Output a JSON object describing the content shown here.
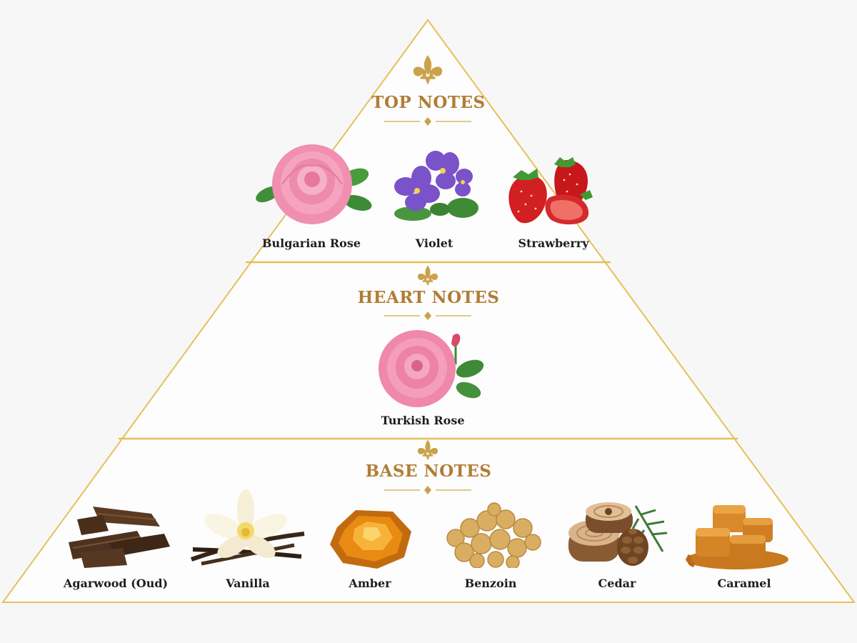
{
  "colors": {
    "gold": "#e3c15a",
    "title": "#b07d36",
    "ornament": "#c9a24a",
    "label": "#1e1e1e",
    "background": "#f7f7f7"
  },
  "tiers": {
    "top": {
      "title": "TOP NOTES",
      "notes": [
        {
          "label": "Bulgarian Rose",
          "icon": "rose-icon"
        },
        {
          "label": "Violet",
          "icon": "violet-icon"
        },
        {
          "label": "Strawberry",
          "icon": "strawberry-icon"
        }
      ]
    },
    "heart": {
      "title": "HEART NOTES",
      "notes": [
        {
          "label": "Turkish Rose",
          "icon": "rose-icon"
        }
      ]
    },
    "base": {
      "title": "BASE NOTES",
      "notes": [
        {
          "label": "Agarwood (Oud)",
          "icon": "agarwood-icon"
        },
        {
          "label": "Vanilla",
          "icon": "vanilla-icon"
        },
        {
          "label": "Amber",
          "icon": "amber-icon"
        },
        {
          "label": "Benzoin",
          "icon": "benzoin-icon"
        },
        {
          "label": "Cedar",
          "icon": "cedar-icon"
        },
        {
          "label": "Caramel",
          "icon": "caramel-icon"
        }
      ]
    }
  }
}
